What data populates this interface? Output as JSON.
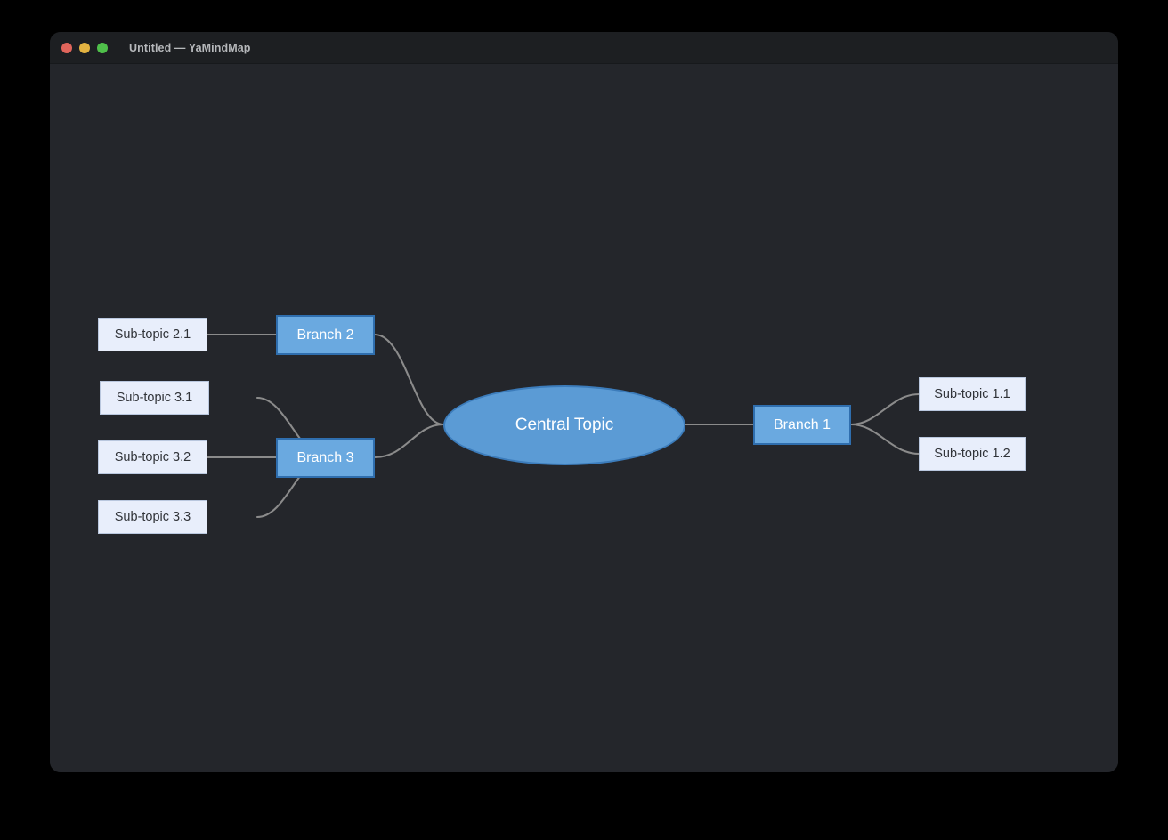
{
  "window": {
    "title": "Untitled — YaMindMap",
    "traffic_lights": [
      {
        "name": "close",
        "color": "#e0655b"
      },
      {
        "name": "minimize",
        "color": "#e3b341"
      },
      {
        "name": "zoom",
        "color": "#4fc04a"
      }
    ]
  },
  "canvas": {
    "background": "#24262b",
    "edge_color": "#8b8b8b"
  },
  "mindmap": {
    "central": {
      "label": "Central Topic"
    },
    "branches": [
      {
        "label": "Branch 1",
        "children": [
          {
            "label": "Sub-topic 1.1"
          },
          {
            "label": "Sub-topic 1.2"
          }
        ]
      },
      {
        "label": "Branch 2",
        "children": [
          {
            "label": "Sub-topic 2.1"
          }
        ]
      },
      {
        "label": "Branch 3",
        "children": [
          {
            "label": "Sub-topic 3.1"
          },
          {
            "label": "Sub-topic 3.2"
          },
          {
            "label": "Sub-topic 3.3"
          }
        ]
      }
    ]
  }
}
